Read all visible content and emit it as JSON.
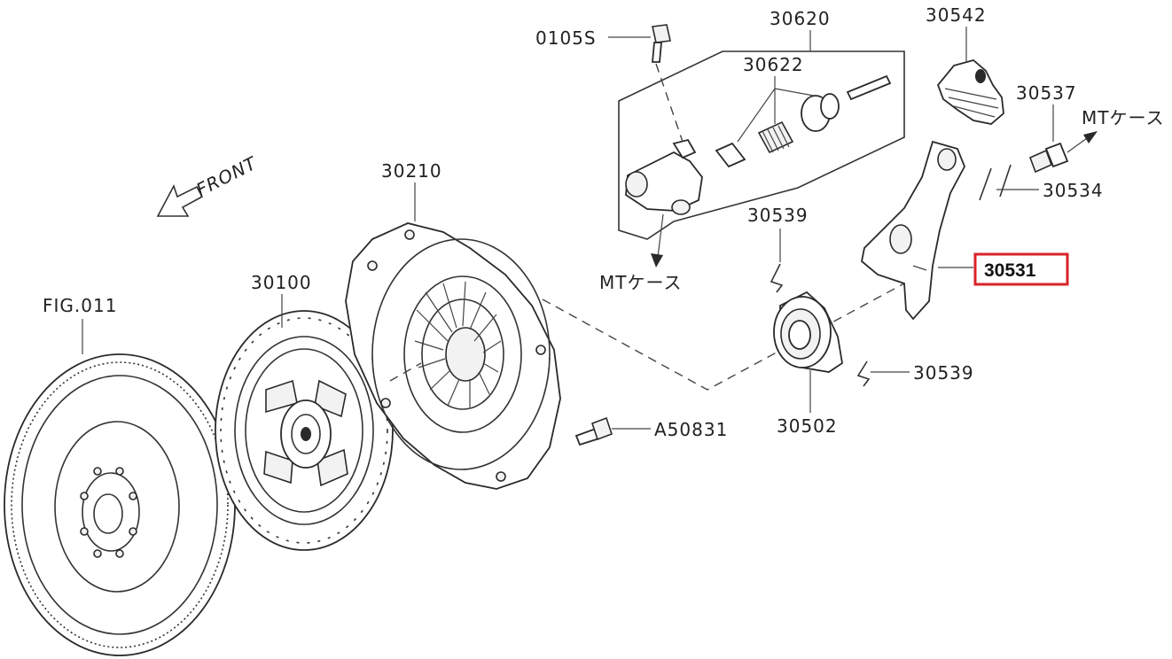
{
  "diagram": {
    "front_label": "FRONT",
    "highlight_color": "#d9232a",
    "labels": {
      "p0105s": "0105S",
      "p30620": "30620",
      "p30622": "30622",
      "p30542": "30542",
      "p30537": "30537",
      "mt_case_right": "MTケース",
      "p30534": "30534",
      "p30539_top": "30539",
      "p30531": "30531",
      "mt_case_mid": "MTケース",
      "p30210": "30210",
      "p30100": "30100",
      "fig011": "FIG.011",
      "p30539_bottom": "30539",
      "pa50831": "A50831",
      "p30502": "30502"
    }
  }
}
